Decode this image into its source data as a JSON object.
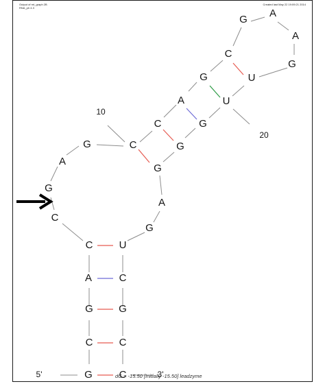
{
  "header": {
    "left": "Output of rnt_graph 2B\nRNA_ph 4.3",
    "right": "Created last May 22 19:09:21 2014"
  },
  "footer": {
    "energy_text": "dG = -15.50 [Initially -15.50] leadzyme"
  },
  "labels": {
    "position_10": "10",
    "position_20": "20",
    "five_prime": "5'",
    "three_prime": "3'"
  },
  "bases": [
    {
      "id": "b1",
      "text": "G"
    },
    {
      "id": "b2",
      "text": "C"
    },
    {
      "id": "b3",
      "text": "G"
    },
    {
      "id": "b4",
      "text": "A"
    },
    {
      "id": "b5",
      "text": "C"
    },
    {
      "id": "b6",
      "text": "C"
    },
    {
      "id": "b7",
      "text": "G"
    },
    {
      "id": "b8",
      "text": "A"
    },
    {
      "id": "b9",
      "text": "G"
    },
    {
      "id": "b10",
      "text": "C"
    },
    {
      "id": "b11",
      "text": "C"
    },
    {
      "id": "b12",
      "text": "A"
    },
    {
      "id": "b13",
      "text": "G"
    },
    {
      "id": "b14",
      "text": "C"
    },
    {
      "id": "b15",
      "text": "G"
    },
    {
      "id": "b16",
      "text": "A"
    },
    {
      "id": "b17",
      "text": "A"
    },
    {
      "id": "b18",
      "text": "G"
    },
    {
      "id": "b19",
      "text": "U"
    },
    {
      "id": "b20",
      "text": "U"
    },
    {
      "id": "b21",
      "text": "G"
    },
    {
      "id": "b22",
      "text": "G"
    },
    {
      "id": "b23",
      "text": "G"
    },
    {
      "id": "b24",
      "text": "A"
    },
    {
      "id": "b25",
      "text": "G"
    },
    {
      "id": "b26",
      "text": "U"
    },
    {
      "id": "b27",
      "text": "C"
    },
    {
      "id": "b28",
      "text": "G"
    },
    {
      "id": "b29",
      "text": "C"
    }
  ],
  "colors": {
    "gc_pair": "#e65a50",
    "au_pair": "#6d6bd6",
    "gu_pair": "#2d9b45",
    "backbone": "#8c8c8c",
    "arrow": "#000000"
  }
}
